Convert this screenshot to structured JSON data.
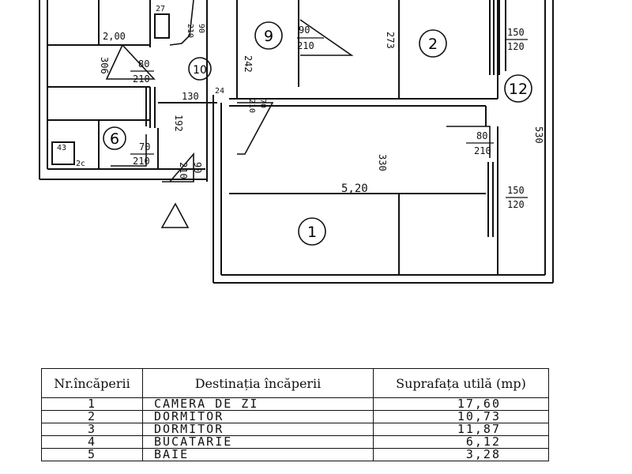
{
  "plan": {
    "rooms": [
      {
        "id": "room-1",
        "label": "1"
      },
      {
        "id": "room-2",
        "label": "2"
      },
      {
        "id": "room-6",
        "label": "6"
      },
      {
        "id": "room-9",
        "label": "9"
      },
      {
        "id": "room-10",
        "label": "10"
      },
      {
        "id": "room-12",
        "label": "12"
      }
    ],
    "dimensions": {
      "d200": "2,00",
      "d306": "306",
      "d130": "130",
      "d242": "242",
      "d273": "273",
      "d330": "330",
      "d520": "5,20",
      "d192": "192",
      "d530": "530",
      "d27": "27",
      "d24": "24",
      "d43": "43",
      "d2c": "2c"
    },
    "openings": {
      "door_80_210_a": {
        "w": "80",
        "h": "210"
      },
      "door_90_210_a": {
        "w": "90",
        "h": "210"
      },
      "door_70_210": {
        "w": "70",
        "h": "210"
      },
      "door_90_210_b": {
        "w": "90",
        "h": "210"
      },
      "door_80_210_b": {
        "w": "80",
        "h": "210"
      },
      "door_70_210_b": {
        "w": "70",
        "h": "210"
      },
      "window_150_120_a": {
        "w": "150",
        "h": "120"
      },
      "window_150_120_b": {
        "w": "150",
        "h": "120"
      },
      "window_small": {
        "w": "90",
        "h": "210"
      }
    }
  },
  "table": {
    "headers": [
      "Nr.încăperii",
      "Destinația încăperii",
      "Suprafața utilă (mp)"
    ],
    "rows": [
      {
        "no": "1",
        "dest": "CAMERA DE ZI",
        "area": "17,60"
      },
      {
        "no": "2",
        "dest": "DORMITOR",
        "area": "10,73"
      },
      {
        "no": "3",
        "dest": "DORMITOR",
        "area": "11,87"
      },
      {
        "no": "4",
        "dest": "BUCATARIE",
        "area": "6,12"
      },
      {
        "no": "5",
        "dest": "BAIE",
        "area": "3,28"
      }
    ]
  }
}
